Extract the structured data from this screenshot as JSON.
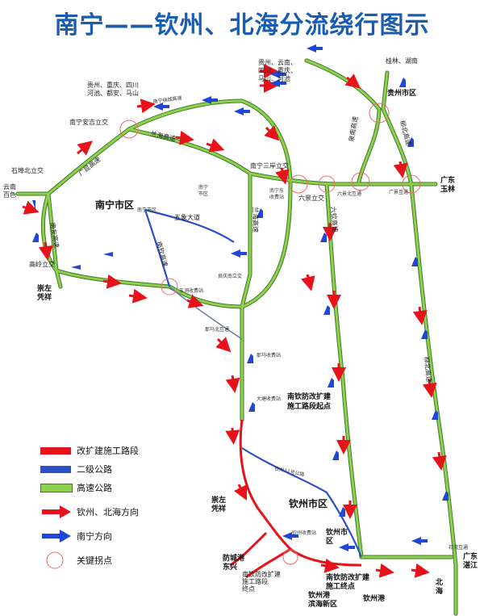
{
  "title": "南宁——钦州、北海分流绕行图示",
  "colors": {
    "construction": "#e8131a",
    "secondary": "#2b4fc7",
    "expressway": "#8fd14f",
    "expressway_edge": "#3d7a2a",
    "arrow_qinzhou": "#e8131a",
    "arrow_nanning": "#1f46d6",
    "keypoint": "#ef6a6a"
  },
  "legend": {
    "construction": "改扩建施工路段",
    "secondary": "二级公路",
    "expressway": "高速公路",
    "arrow_qinzhou": "钦州、北海方向",
    "arrow_nanning": "南宁方向",
    "keypoint": "关键拐点"
  },
  "places": {
    "yunnan_bose": "云南\n百色",
    "shibu": "石埠北立交",
    "anji": "南宁安吉立交",
    "guizhou_top": "贵州、重庆、四川\n河池、都安、马山",
    "nanning_district": "南宁市区",
    "nanning_district_small": "南宁市区",
    "gaoling": "高岭立交",
    "chongzuo_pingxiang": "崇左\n凭祥",
    "nanning_sanan": "南宁三岸立交",
    "nanning_east_toll": "南宁东\n收费站",
    "nanning_city_r": "南宁\n市区",
    "liujing": "六景立交",
    "guizhou_right": "贵州、云南、\n四川、重庆、\n马山、河池",
    "guilin_hunan": "桂林、湖南",
    "guigang": "贵州市区",
    "guangdong_yulin": "广东\n玉林",
    "liujing_north": "六景北互通",
    "guangjing": "广景互通",
    "wuxiang": "五象大道",
    "liangqing": "良庆南立交",
    "yuliang_toll": "玉洞收费站",
    "nama_north": "那马北互通",
    "nama_toll": "那马收费站",
    "dalu_toll": "大塘收费站",
    "nanqin_start": "南钦防改扩建\n施工路段起点",
    "qinzhou_district": "钦州市区",
    "chongzuo2": "崇左\n凭祥",
    "qinzhou_toll": "钦州收费站",
    "fangcheng": "防城港\n东兴",
    "nanqin_end": "南钦防改扩建\n施工路段\n终点",
    "nanqin_end2": "南钦防改扩建\n施工终点",
    "qinzhou_port_binhai": "钦州港\n滨海新区",
    "qinzhou_port": "钦州港",
    "qinzhou_city_r": "钦州市\n区",
    "guangdong_zhanjiang": "广东\n湛江",
    "shitou": "石湾互通",
    "beihai": "北\n海"
  },
  "roads": {
    "nanning_ring": "南宁绕城高速",
    "lanhai": "兰海高速",
    "lanhai2": "兰海高速",
    "guangkun": "广昆高速",
    "nanyou": "南友高速",
    "nanqin": "南钦高速",
    "liuqin": "六钦高速",
    "quannan": "泉南高速",
    "yubei": "柳北高速",
    "yubei2": "柳北高速",
    "yunan": "钦州11号公路"
  }
}
